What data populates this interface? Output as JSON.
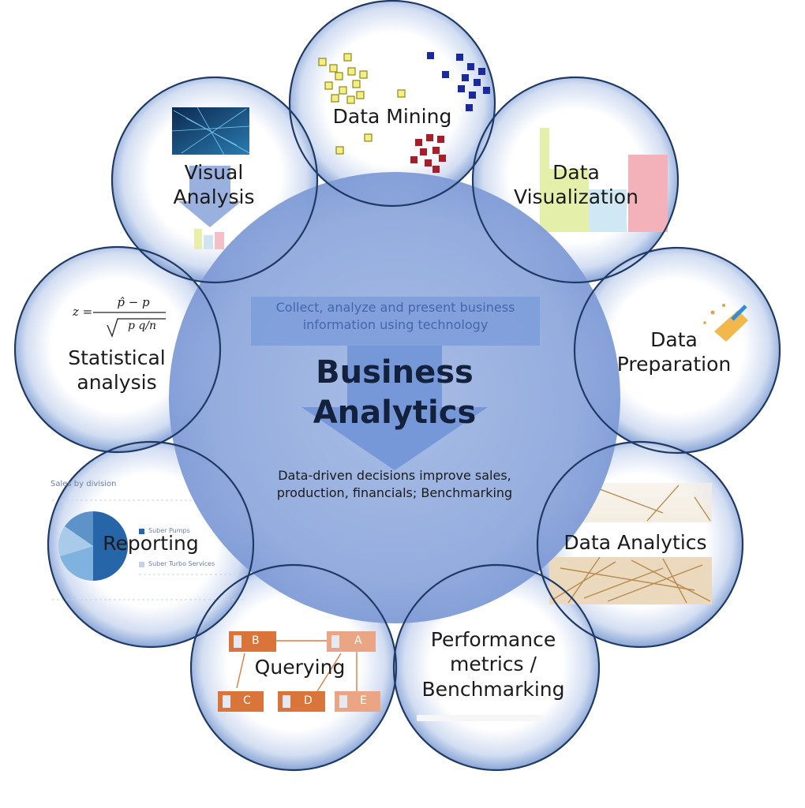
{
  "center": {
    "title_line1": "Business",
    "title_line2": "Analytics",
    "tagline_line1": "Collect,  analyze and present business",
    "tagline_line2": "information using technology",
    "outcome_line1": "Data-driven decisions improve sales,",
    "outcome_line2": "production,  financials; Benchmarking"
  },
  "satellites": [
    {
      "key": "data-mining",
      "line1": "Data Mining"
    },
    {
      "key": "data-visualization",
      "line1": "Data",
      "line2": "Visualization"
    },
    {
      "key": "data-preparation",
      "line1": "Data",
      "line2": "Preparation"
    },
    {
      "key": "data-analytics",
      "line1": "Data Analytics"
    },
    {
      "key": "performance-metrics",
      "line1": "Performance",
      "line2": "metrics /",
      "line3": "Benchmarking"
    },
    {
      "key": "querying",
      "line1": "Querying"
    },
    {
      "key": "reporting",
      "line1": "Reporting"
    },
    {
      "key": "statistical-analysis",
      "line1": "Statistical",
      "line2": "analysis"
    },
    {
      "key": "visual-analysis",
      "line1": "Visual",
      "line2": "Analysis"
    }
  ],
  "formula": {
    "lhs": "z =",
    "numerator": "p̂ − p",
    "denominator": "p q/n"
  },
  "reporting_chart": {
    "title": "Sales by division",
    "legend": [
      "Suber Pumps",
      "Suber Turbo Services"
    ]
  },
  "query_nodes": [
    "B",
    "A",
    "C",
    "D",
    "E"
  ],
  "colors": {
    "center_fill": "#8fa9dc",
    "ring_stroke": "#1f3a66",
    "arrow_fill": "#6f92d6",
    "query_node": "#d9743b"
  }
}
